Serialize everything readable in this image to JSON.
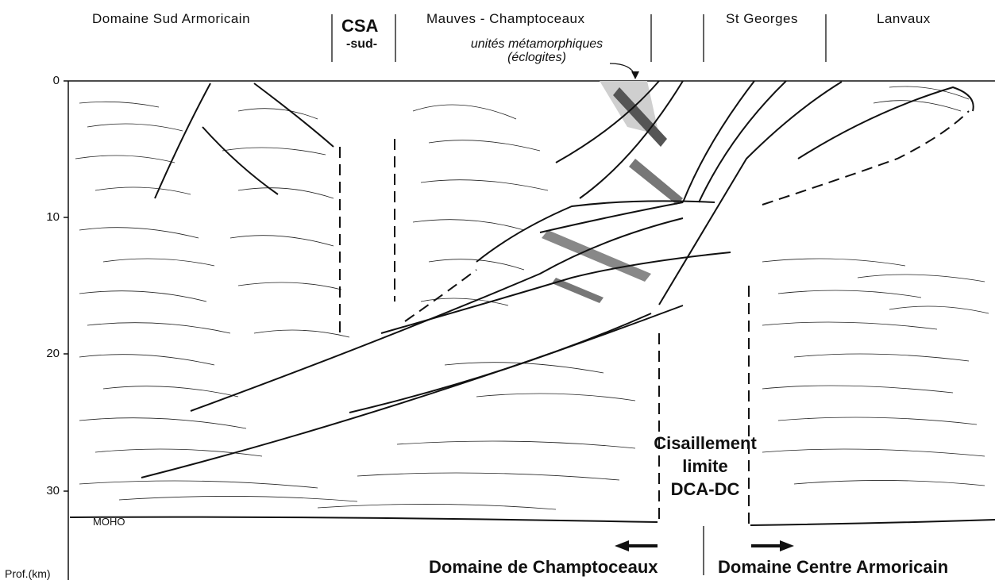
{
  "top_labels": {
    "domaine_sud": "Domaine Sud Armoricain",
    "csa": "CSA",
    "csa_sub": "-sud-",
    "mauves": "Mauves - Champtoceaux",
    "st_georges": "St Georges",
    "lanvaux": "Lanvaux"
  },
  "annotation": {
    "line1": "unités métamorphiques",
    "line2": "(éclogites)"
  },
  "axis": {
    "label": "Prof.(km)",
    "ticks": [
      "0",
      "10",
      "20",
      "30"
    ]
  },
  "moho_label": "MOHO",
  "shear_label": {
    "line1": "Cisaillement",
    "line2": "limite",
    "line3": "DCA-DC"
  },
  "bottom_labels": {
    "left": "Domaine de Champtoceaux",
    "right": "Domaine Centre Armoricain"
  }
}
